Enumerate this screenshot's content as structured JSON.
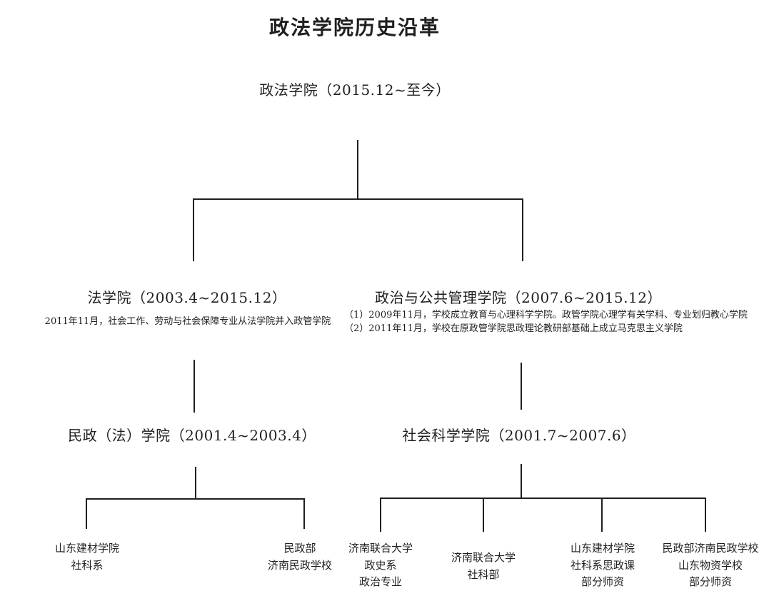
{
  "title": "政法学院历史沿革",
  "nodes": {
    "root": {
      "label": "政法学院（2015.12~至今）"
    },
    "law_school": {
      "label": "法学院（2003.4~2015.12）",
      "note": "2011年11月，社会工作、劳动与社会保障专业从法学院并入政管学院"
    },
    "politics_management": {
      "label": "政治与公共管理学院（2007.6~2015.12）",
      "notes": [
        "（1）2009年11月，学校成立教育与心理科学学院。政管学院心理学有关学科、专业划归教心学院",
        "（2）2011年11月，学校在原政管学院思政理论教研部基础上成立马克思主义学院"
      ]
    },
    "civil_affairs_law": {
      "label": "民政（法）学院（2001.4~2003.4）"
    },
    "social_science": {
      "label": "社会科学学院（2001.7~2007.6）"
    }
  },
  "leaves": [
    {
      "lines": [
        "山东建材学院",
        "社科系"
      ]
    },
    {
      "lines": [
        "民政部",
        "济南民政学校"
      ]
    },
    {
      "lines": [
        "济南联合大学",
        "政史系",
        "政治专业"
      ]
    },
    {
      "lines": [
        "济南联合大学",
        "社科部"
      ]
    },
    {
      "lines": [
        "山东建材学院",
        "社科系思政课",
        "部分师资"
      ]
    },
    {
      "lines": [
        "民政部济南民政学校",
        "山东物资学校",
        "部分师资"
      ]
    }
  ],
  "colors": {
    "text": "#1f1f1f",
    "line": "#1f1f1f",
    "background": "#ffffff"
  }
}
